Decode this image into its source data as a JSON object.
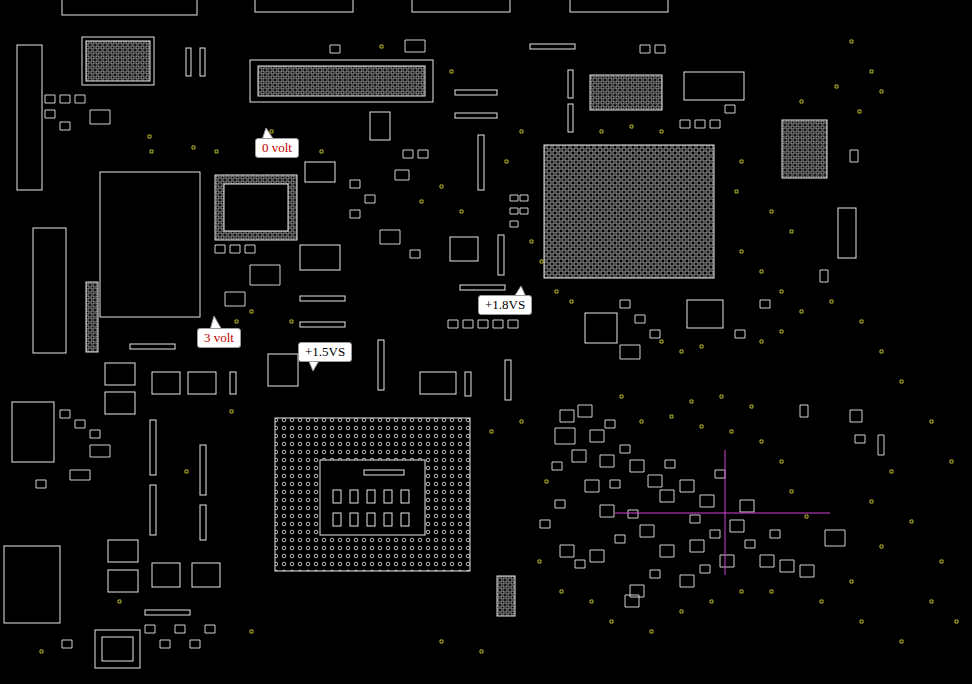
{
  "diagram": {
    "nodes": [
      {
        "text": [
          "0 volt"
        ]
      },
      {
        "text": [
          "+1.8VS"
        ]
      },
      {
        "text": [
          "3 volt"
        ]
      },
      {
        "text": [
          "+1.5VS"
        ]
      }
    ]
  }
}
